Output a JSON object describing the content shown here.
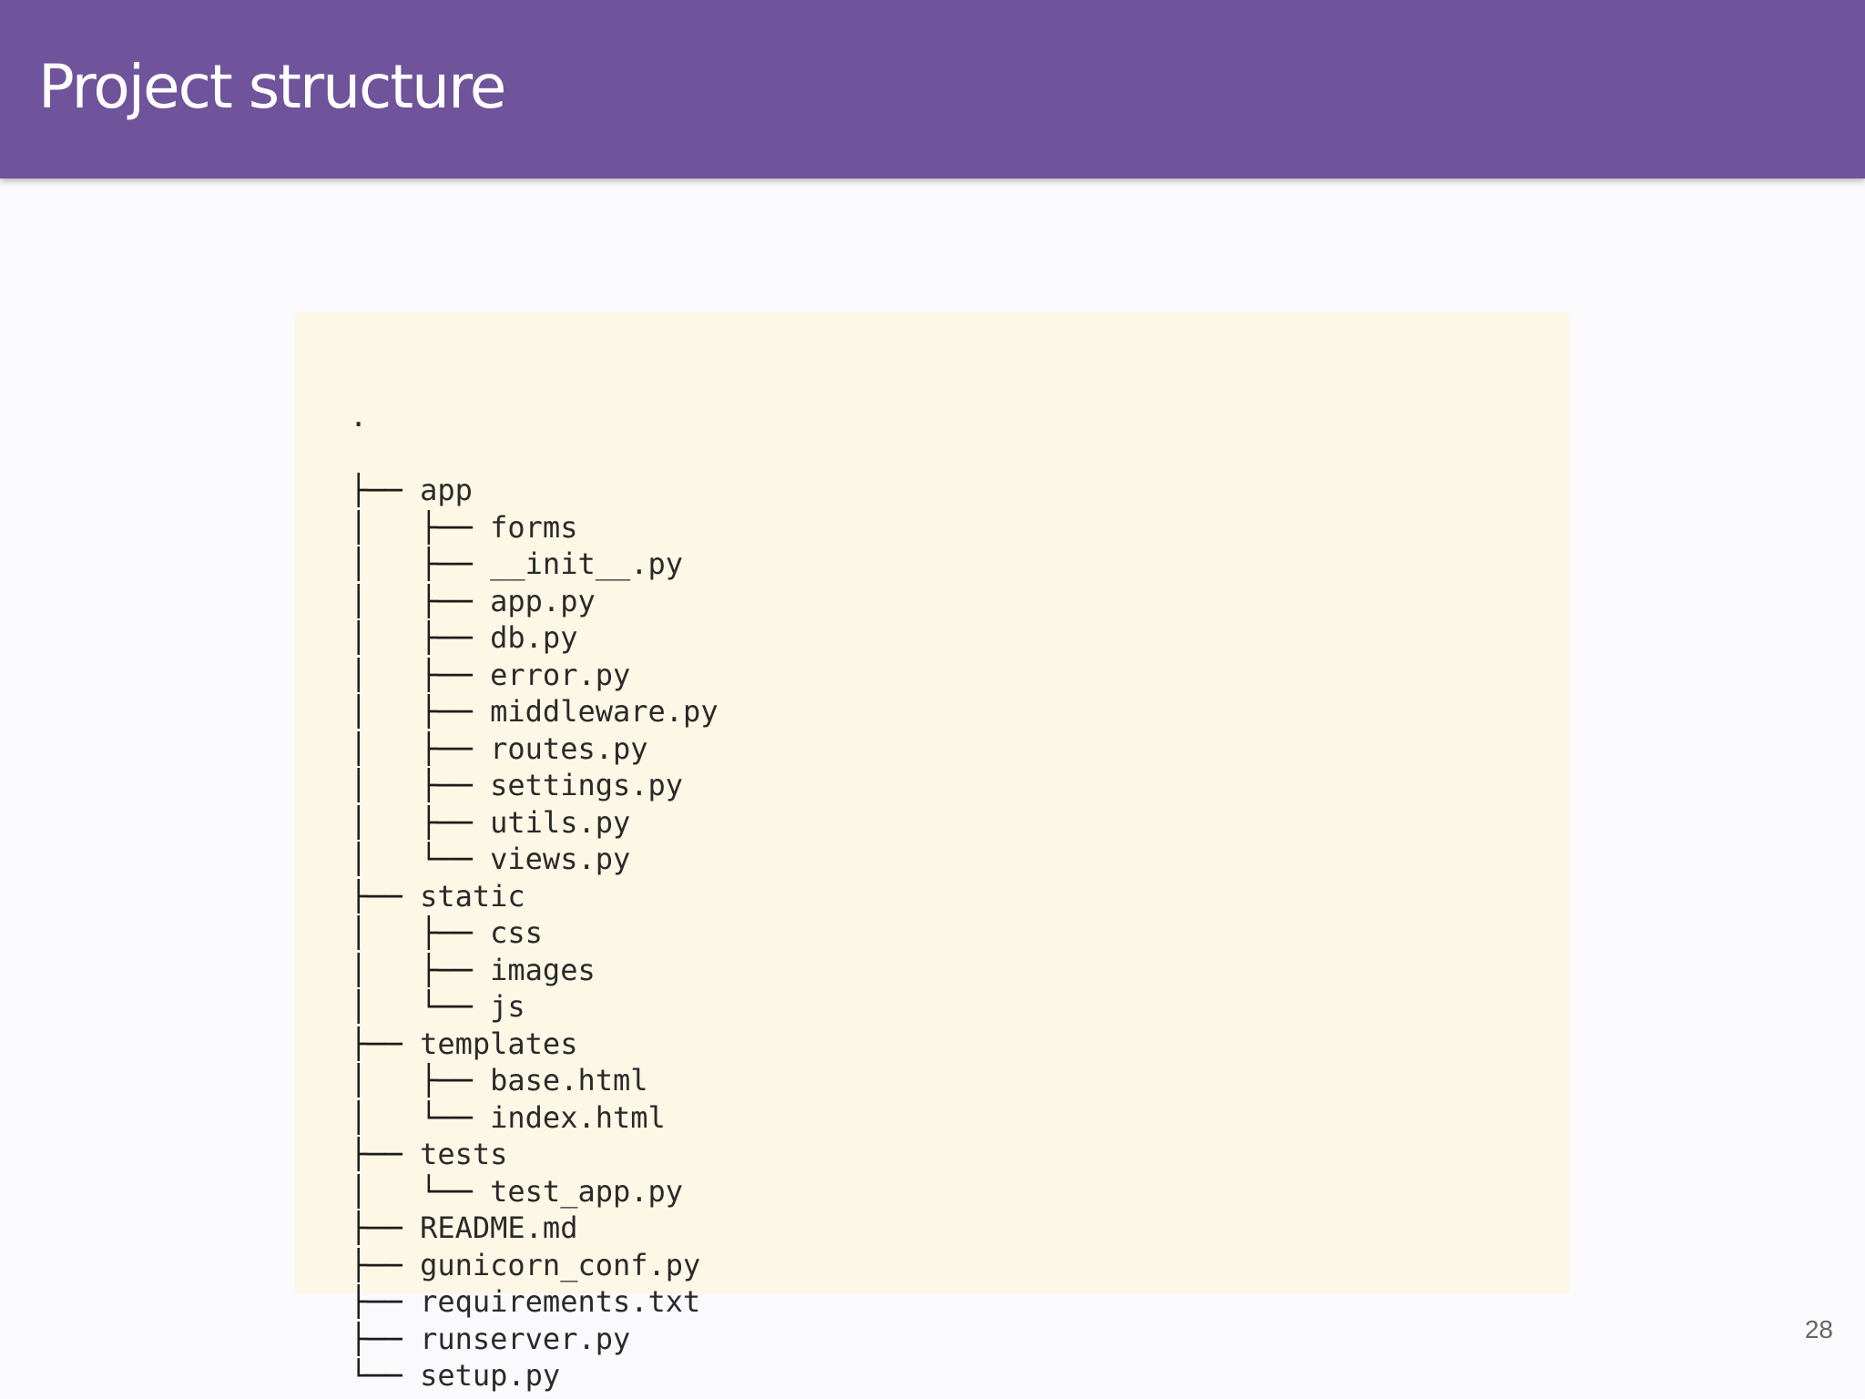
{
  "slide": {
    "title": "Project structure",
    "page_number": "28"
  },
  "tree": {
    "root": ".",
    "lines": [
      {
        "guides": "├── ",
        "name": "app"
      },
      {
        "guides": "│   ├── ",
        "name": "forms"
      },
      {
        "guides": "│   ├── ",
        "name": "__init__.py"
      },
      {
        "guides": "│   ├── ",
        "name": "app.py"
      },
      {
        "guides": "│   ├── ",
        "name": "db.py"
      },
      {
        "guides": "│   ├── ",
        "name": "error.py"
      },
      {
        "guides": "│   ├── ",
        "name": "middleware.py"
      },
      {
        "guides": "│   ├── ",
        "name": "routes.py"
      },
      {
        "guides": "│   ├── ",
        "name": "settings.py"
      },
      {
        "guides": "│   ├── ",
        "name": "utils.py"
      },
      {
        "guides": "│   └── ",
        "name": "views.py"
      },
      {
        "guides": "├── ",
        "name": "static"
      },
      {
        "guides": "│   ├── ",
        "name": "css"
      },
      {
        "guides": "│   ├── ",
        "name": "images"
      },
      {
        "guides": "│   └── ",
        "name": "js"
      },
      {
        "guides": "├── ",
        "name": "templates"
      },
      {
        "guides": "│   ├── ",
        "name": "base.html"
      },
      {
        "guides": "│   └── ",
        "name": "index.html"
      },
      {
        "guides": "├── ",
        "name": "tests"
      },
      {
        "guides": "│   └── ",
        "name": "test_app.py"
      },
      {
        "guides": "├── ",
        "name": "README.md"
      },
      {
        "guides": "├── ",
        "name": "gunicorn_conf.py"
      },
      {
        "guides": "├── ",
        "name": "requirements.txt"
      },
      {
        "guides": "├── ",
        "name": "runserver.py"
      },
      {
        "guides": "└── ",
        "name": "setup.py"
      }
    ]
  }
}
